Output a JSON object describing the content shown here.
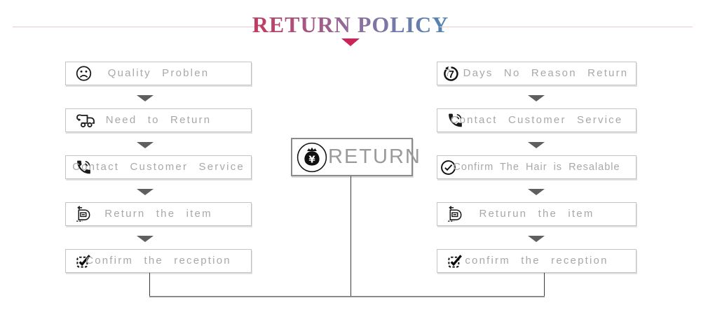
{
  "header": {
    "title": "RETURN POLICY",
    "colors": {
      "gradient_start": "#c23a60",
      "gradient_end": "#4e87b4",
      "side_line": "#e8c9ce",
      "arrow": "#cb2457"
    }
  },
  "center_box": {
    "label": "RETURN",
    "currency_symbol": "¥",
    "icon": "money-bag-icon"
  },
  "left_column": {
    "steps": [
      {
        "label": "Quality Problen",
        "icon": "sad-face-icon"
      },
      {
        "label": "Need to Return",
        "icon": "return-truck-icon"
      },
      {
        "label": "Contact Customer Service",
        "icon": "phone-call-icon"
      },
      {
        "label": "Return the item",
        "icon": "return-parcel-icon"
      },
      {
        "label": "Confirm the reception",
        "icon": "checked-checkbox-icon"
      }
    ]
  },
  "right_column": {
    "steps": [
      {
        "label": "7 Days No Reason Return",
        "icon": "seven-days-return-icon",
        "icon_digit": "7"
      },
      {
        "label": "Contact Customer Service",
        "icon": "phone-call-icon"
      },
      {
        "label": "Confirm The Hair is Resalable",
        "icon": "check-circle-icon"
      },
      {
        "label": "Returun the item",
        "icon": "return-parcel-icon"
      },
      {
        "label": "confirm the reception",
        "icon": "checked-checkbox-icon"
      }
    ]
  }
}
